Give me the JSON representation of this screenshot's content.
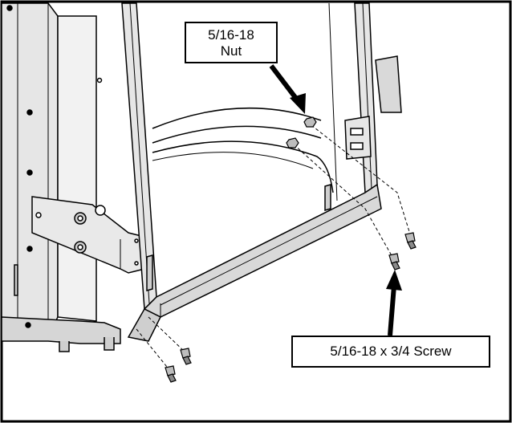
{
  "callouts": {
    "nut_line1": "5/16-18",
    "nut_line2": "Nut",
    "screw": "5/16-18 x 3/4 Screw"
  },
  "colors": {
    "line": "#000000",
    "metal": "#e6e6e6",
    "metal_dark": "#bdbdbd",
    "background": "#ffffff"
  }
}
